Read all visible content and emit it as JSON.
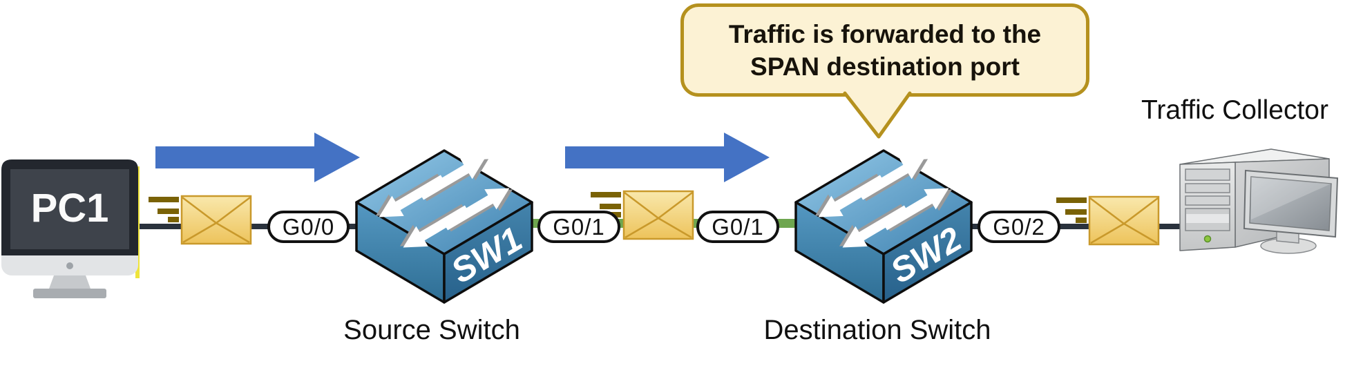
{
  "callout": {
    "line1": "Traffic is forwarded to the",
    "line2": "SPAN destination port",
    "full_text": "Traffic is forwarded to the SPAN destination port"
  },
  "pc": {
    "name": "PC1"
  },
  "switches": [
    {
      "name": "SW1",
      "caption": "Source Switch"
    },
    {
      "name": "SW2",
      "caption": "Destination Switch"
    }
  ],
  "collector": {
    "caption": "Traffic Collector"
  },
  "ports": [
    {
      "label": "G0/0"
    },
    {
      "label": "G0/1"
    },
    {
      "label": "G0/1"
    },
    {
      "label": "G0/2"
    }
  ],
  "icons": {
    "flow_arrow": "right-arrow-icon",
    "packet": "envelope-icon",
    "switch": "cisco-switch-icon",
    "pc": "desktop-monitor-icon",
    "collector": "server-with-monitor-icon"
  },
  "colors": {
    "flow_arrow_blue": "#4472C4",
    "link_dark": "#2A323D",
    "link_green_span": "#6EA64F",
    "envelope_fill_top": "#F9E8AC",
    "envelope_fill_bottom": "#EDC35B",
    "envelope_border": "#C9992B",
    "speed_lines": "#7A6205",
    "callout_fill": "#FCF2D4",
    "callout_border": "#B5911E",
    "switch_blue": "#4E8FBC",
    "pc_screen": "#3E434B"
  }
}
